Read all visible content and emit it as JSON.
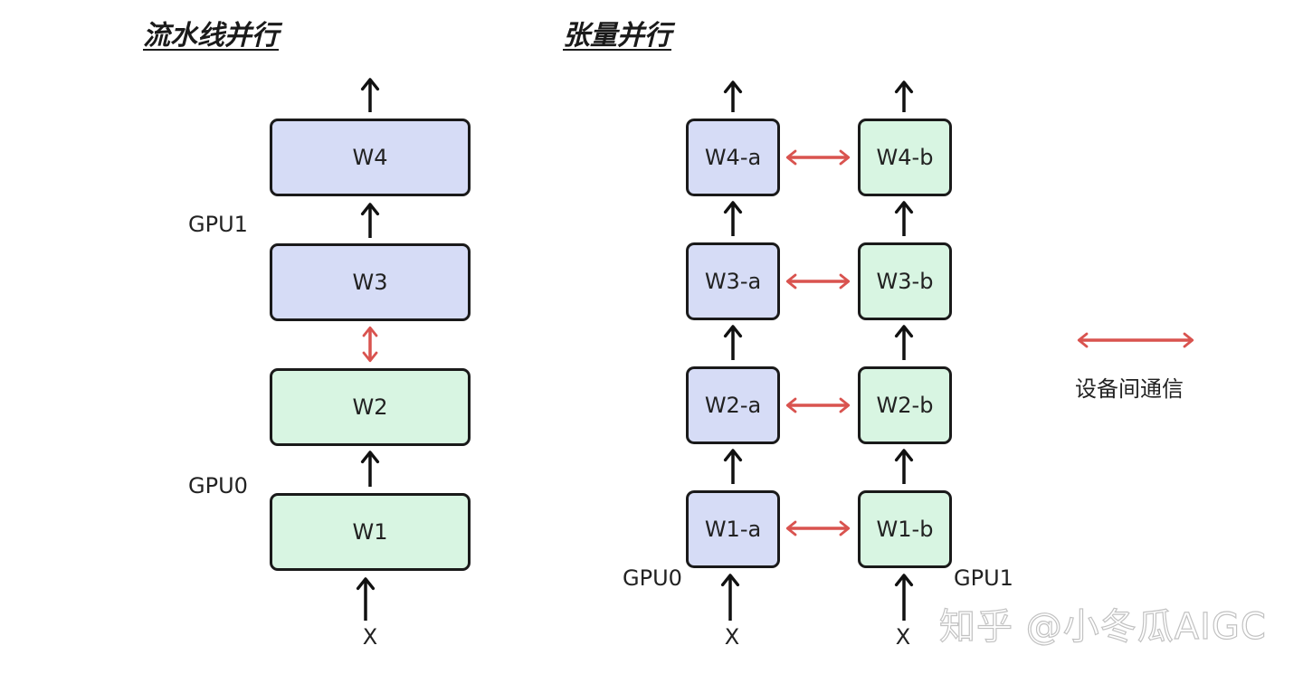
{
  "titles": {
    "pipeline": "流水线并行",
    "tensor": "张量并行"
  },
  "colors": {
    "gpu1_fill": "#d6dcf6",
    "gpu0_fill": "#d8f5e2",
    "comm_arrow": "#d9534f",
    "flow_arrow": "#111111",
    "border": "#1a1a1a"
  },
  "pipeline": {
    "blocks": [
      {
        "id": "w4",
        "label": "W4",
        "device": "gpu1"
      },
      {
        "id": "w3",
        "label": "W3",
        "device": "gpu1"
      },
      {
        "id": "w2",
        "label": "W2",
        "device": "gpu0"
      },
      {
        "id": "w1",
        "label": "W1",
        "device": "gpu0"
      }
    ],
    "gpu1_label": "GPU1",
    "gpu0_label": "GPU0",
    "input_label": "X"
  },
  "tensor": {
    "col_a": [
      {
        "id": "w4a",
        "label": "W4-a"
      },
      {
        "id": "w3a",
        "label": "W3-a"
      },
      {
        "id": "w2a",
        "label": "W2-a"
      },
      {
        "id": "w1a",
        "label": "W1-a"
      }
    ],
    "col_b": [
      {
        "id": "w4b",
        "label": "W4-b"
      },
      {
        "id": "w3b",
        "label": "W3-b"
      },
      {
        "id": "w2b",
        "label": "W2-b"
      },
      {
        "id": "w1b",
        "label": "W1-b"
      }
    ],
    "gpu0_label": "GPU0",
    "gpu1_label": "GPU1",
    "input_a_label": "X",
    "input_b_label": "X"
  },
  "legend": {
    "label": "设备间通信",
    "arrow_icon": "double-headed-arrow-icon"
  },
  "watermark": "知乎 @小冬瓜AIGC"
}
